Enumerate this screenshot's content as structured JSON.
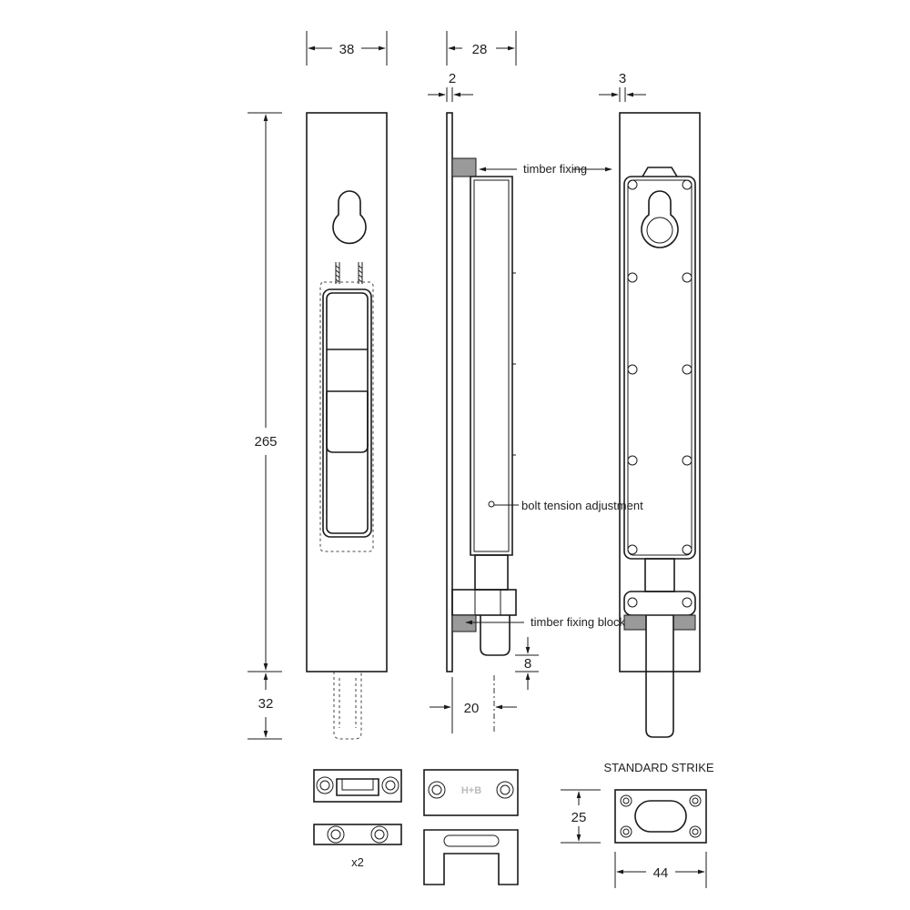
{
  "dimensions": {
    "front_width": "38",
    "side_depth": "28",
    "side_flange": "2",
    "back_flange": "3",
    "height": "265",
    "bolt_throw": "32",
    "bolt_end": "8",
    "bolt_offset": "20",
    "strike_height": "25",
    "strike_width": "44"
  },
  "labels": {
    "timber_fixing": "timber fixing",
    "bolt_tension": "bolt tension adjustment",
    "timber_fixing_block": "timber fixing block",
    "standard_strike": "STANDARD STRIKE",
    "quantity": "x2",
    "logo": "H+B"
  },
  "colors": {
    "line": "#1a1a1a",
    "fill_grey": "#9a9a9a"
  }
}
